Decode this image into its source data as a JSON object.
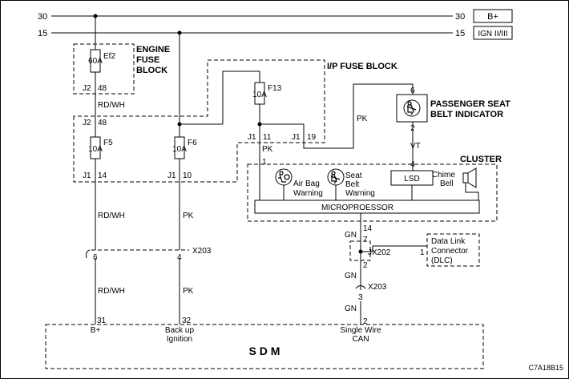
{
  "buses": {
    "b30": {
      "left": "30",
      "right": "30",
      "tag": "B+"
    },
    "b15": {
      "left": "15",
      "right": "15",
      "tag": "IGN II/III"
    }
  },
  "blocks": {
    "engine_fuse": [
      "ENGINE",
      "FUSE",
      "BLOCK"
    ],
    "ip_fuse": "I/P FUSE BLOCK",
    "cluster": "CLUSTER",
    "sdm": "S D M",
    "passenger": [
      "PASSENGER SEAT",
      "BELT INDICATOR"
    ]
  },
  "fuses": {
    "ef2": {
      "name": "Ef2",
      "rating": "60A"
    },
    "f5": {
      "name": "F5",
      "rating": "10A"
    },
    "f6": {
      "name": "F6",
      "rating": "10A"
    },
    "f13": {
      "name": "F13",
      "rating": "10A"
    }
  },
  "terminals": {
    "j2_48_top": "J2",
    "pin48_top": "48",
    "j2_48_mid": "J2",
    "pin48_mid": "48",
    "j1_14": "J1",
    "pin14": "14",
    "j1_10": "J1",
    "pin10": "10",
    "j1_11": "J1",
    "pin11": "11",
    "j1_19": "J1",
    "pin19": "19"
  },
  "wires": {
    "rdwh1": "RD/WH",
    "rdwh2": "RD/WH",
    "rdwh3": "RD/WH",
    "pk1": "PK",
    "pk2": "PK",
    "pk3": "PK",
    "pk4": "PK",
    "vt": "VT",
    "gn1": "GN",
    "gn2": "GN",
    "gn3": "GN"
  },
  "pins": {
    "p6": "6",
    "p2": "2",
    "p4": "4",
    "p1": "1",
    "p14": "14",
    "p7": "7",
    "p2b": "2",
    "p1dlc": "1",
    "p3": "3",
    "p2c": "2",
    "c6": "6",
    "c4": "4",
    "p31": "31",
    "p32": "32"
  },
  "connectors": {
    "x203a": "X203",
    "jx202": "JX202",
    "x203b": "X203"
  },
  "cluster_parts": {
    "airbag": [
      "Air Bag",
      "Warning"
    ],
    "seatbelt": [
      "Seat",
      "Belt",
      "Warning"
    ],
    "lsd": "LSD",
    "chime": [
      "Chime",
      "Bell"
    ],
    "micro": "MICROPROESSOR"
  },
  "dlc": [
    "Data Link",
    "Connector",
    "(DLC)"
  ],
  "sdm_inputs": {
    "bplus": "B+",
    "backup": [
      "Back up",
      "Ignition"
    ],
    "swcan": [
      "Single Wire",
      "CAN"
    ]
  },
  "code": "C7A18B15"
}
